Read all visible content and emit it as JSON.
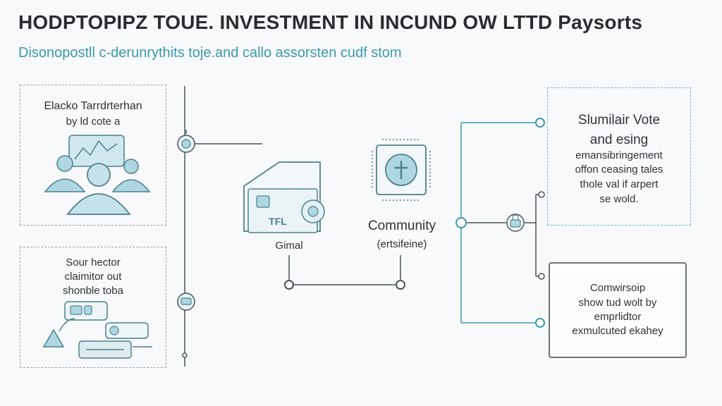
{
  "header": {
    "title": "HODPTOPIPZ TOUE. INVESTMENT IN INCUND OW LTTD Paysorts",
    "subtitle": "Disonopostll c-derunrythits toje.and callo assorsten cudf stom"
  },
  "left_top_box": {
    "title": "Elacko Tarrdrterhan",
    "subtitle": "by ld cote a"
  },
  "left_bottom_box": {
    "line1": "Sour hector",
    "line2": "claimitor out",
    "line3": "shonble toba"
  },
  "center": {
    "document_label": "Gimal",
    "document_tag": "TFL",
    "community_label": "Community",
    "community_sub": "(ertsifeine)"
  },
  "right_top_box": {
    "title_line1": "Slumilair Vote",
    "title_line2": "and esing",
    "body_line1": "emansibringement",
    "body_line2": "offon ceasing tales",
    "body_line3": "thole val if arpert",
    "body_line4": "se wold."
  },
  "right_bottom_box": {
    "title": "Comwirsoip",
    "line1": "show tud wolt by",
    "line2": "emprlidtor",
    "line3": "exmulcuted ekahey"
  },
  "colors": {
    "accent": "#3c98ad",
    "icon_fill": "#aed7e2",
    "icon_stroke": "#4f7f8c",
    "line": "#4a5358"
  }
}
